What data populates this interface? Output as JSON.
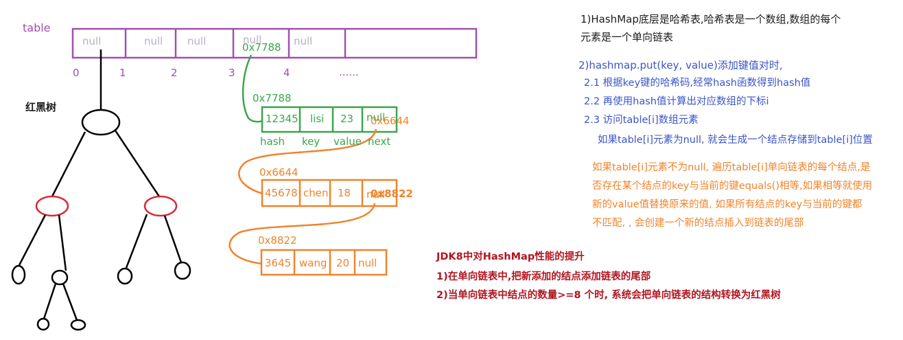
{
  "table": {
    "label": "table",
    "cells": [
      "null",
      "null",
      "null",
      "null",
      "null"
    ],
    "cell5_overlay": "0x7788",
    "indices": [
      "0",
      "1",
      "2",
      "3",
      "4",
      "......"
    ]
  },
  "tree": {
    "label": "红黑树"
  },
  "nodes": [
    {
      "addr": "0x7788",
      "fields": [
        "12345",
        "lisi",
        "23",
        "null"
      ],
      "next_overlay": "0x6644"
    },
    {
      "addr": "0x6644",
      "fields": [
        "45678",
        "chen",
        "18",
        "null"
      ],
      "next_overlay": "0x8822"
    },
    {
      "addr": "0x8822",
      "fields": [
        "3645",
        "wang",
        "20",
        "null"
      ]
    }
  ],
  "field_labels": [
    "hash",
    "key",
    "value",
    "next"
  ],
  "notes": {
    "n1_line1": "1)HashMap底层是哈希表,哈希表是一个数组,数组的每个",
    "n1_line2": "元素是一个单向链表",
    "n2_title": "2)hashmap.put(key, value)添加键值对时,",
    "n2_1": "2.1 根据key键的哈希码,经常hash函数得到hash值",
    "n2_2": "2.2 再使用hash值计算出对应数组的下标i",
    "n2_3": "2.3 访问table[i]数组元素",
    "n2_3a": "如果table[i]元素为null, 就会生成一个结点存储到table[i]位置",
    "n2_3b_lines": [
      "如果table[i]元素不为null, 遍历table[i]单向链表的每个结点,是",
      "否存在某个结点的key与当前的键equals()相等,如果相等就使用",
      "新的value值替换原来的值,  如果所有结点的key与当前的键都",
      "不匹配, , 会创建一个新的结点插入到链表的尾部"
    ]
  },
  "jdk8": {
    "title": "JDK8中对HashMap性能的提升",
    "p1": "1)在单向链表中,把新添加的结点添加链表的尾部",
    "p2": "2)当单向链表中结点的数量>=8 个时, 系统会把单向链表的结构转换为红黑树"
  },
  "colors": {
    "purple": "#a14fb0",
    "green": "#3aa64c",
    "orange": "#f0832a",
    "blue": "#3b55c6",
    "red": "#d62b36",
    "crimson": "#b1151f"
  }
}
